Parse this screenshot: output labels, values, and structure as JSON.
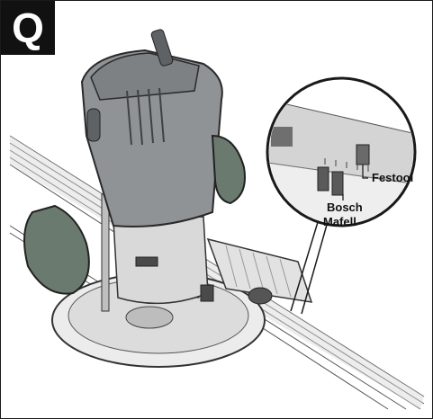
{
  "figure": {
    "badge_letter": "Q",
    "callout_labels": {
      "festool": "Festool",
      "bosch": "Bosch",
      "mafell": "Mafell"
    },
    "colors": {
      "badge_bg": "#111111",
      "tool_body": "#8f9396",
      "tool_dark": "#5e6264",
      "handle_green": "#6b7a6e",
      "base_light": "#e6e6e6",
      "rail": "#cfcfcf",
      "outline": "#333333"
    }
  }
}
